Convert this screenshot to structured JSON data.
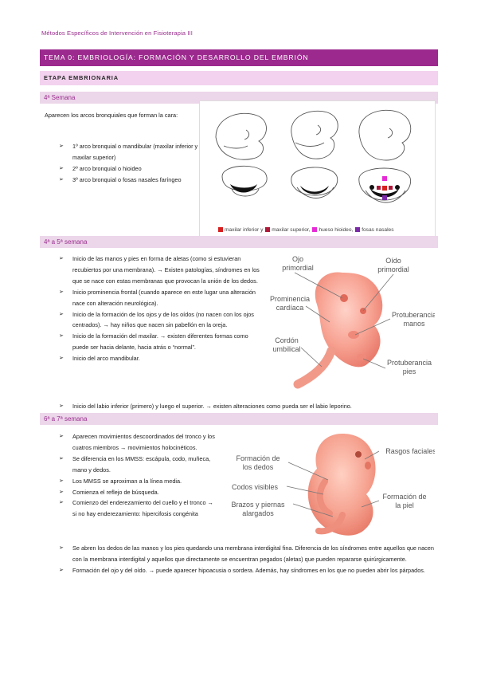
{
  "header": {
    "course": "Métodos Específicos de Intervención en Fisioterapia III"
  },
  "tema": {
    "title": "TEMA 0: EMBRIOLOGÍA: FORMACIÓN Y DESARROLLO DEL EMBRIÓN"
  },
  "etapa": {
    "title": "ETAPA EMBRIONARIA"
  },
  "week4": {
    "title": "4ª Semana",
    "intro": "Aparecen los arcos bronquiales que forman la cara:",
    "items": [
      "1º arco bronquial o mandibular (maxilar inferior y maxilar superior)",
      "2º arco bronquial o hioideo",
      "3º arco bronquial o fosas nasales faríngeo"
    ],
    "legend": [
      "maxilar inferior y",
      "maxilar superior,",
      "hueso hioideo,",
      "fosas nasales"
    ],
    "colors": [
      "#d61f1f",
      "#b0183a",
      "#e62ad6",
      "#7a2aa6"
    ]
  },
  "week45": {
    "title": "4ª a 5ª semana",
    "items": [
      "Inicio de las manos y pies en forma de aletas (como si estuvieran recubiertos por una membrana). → Existen patologías, síndromes en los que se nace con estas membranas que provocan la unión de los dedos.",
      "Inicio prominencia frontal (cuando aparece en este lugar una alteración nace con alteración neurológica).",
      "Inicio de la formación de los ojos y de los oídos (no nacen con los ojos centrados). → hay niños que nacen sin pabellón en la oreja.",
      "Inicio de la formación del maxilar. → existen diferentes formas como puede ser hacia delante, hacia atrás o “normal”.",
      "Inicio del arco mandibular.",
      "Inicio del labio inferior (primero) y luego el superior. → existen alteraciones como pueda ser el labio leporino."
    ],
    "figure_labels": {
      "ojo": [
        "Ojo",
        "primordial"
      ],
      "oido": [
        "Oído",
        "primordial"
      ],
      "prominencia": [
        "Prominencia",
        "cardíaca"
      ],
      "cordon": [
        "Cordón",
        "umbilical"
      ],
      "manos": [
        "Protuberancia",
        "manos"
      ],
      "pies": [
        "Protuberancia",
        "pies"
      ]
    }
  },
  "week67": {
    "title": "6ª a 7ª semana",
    "items": [
      "Aparecen movimientos descoordinados del tronco y los cuatros miembros → movimientos holocinéticos.",
      "Se diferencia en los MMSS: escápula, codo, muñeca, mano y dedos.",
      "Los MMSS se aproximan a la línea media.",
      "Comienza el reflejo de búsqueda.",
      "Comienzo del enderezamiento del cuello y el tronco → si no hay enderezamiento: hipercifosis congénita",
      "Se abren los dedos de las manos y los pies quedando una membrana interdigital fina. Diferencia de los síndromes entre aquellos que nacen con la membrana interdigital y aquellos que directamente se encuentran pegados (aletas) que pueden repararse quirúrgicamente.",
      "Formación del ojo y del oído. → puede aparecer hipoacusia o sordera. Además, hay síndromes en los que no pueden abrir los párpados."
    ],
    "figure_labels": {
      "dedos": [
        "Formación de",
        "los dedos"
      ],
      "codos": [
        "Codos visibles"
      ],
      "brazos": [
        "Brazos y piernas",
        "alargados"
      ],
      "rasgos": [
        "Rasgos faciales"
      ],
      "piel": [
        "Formación de",
        "la piel"
      ]
    }
  }
}
